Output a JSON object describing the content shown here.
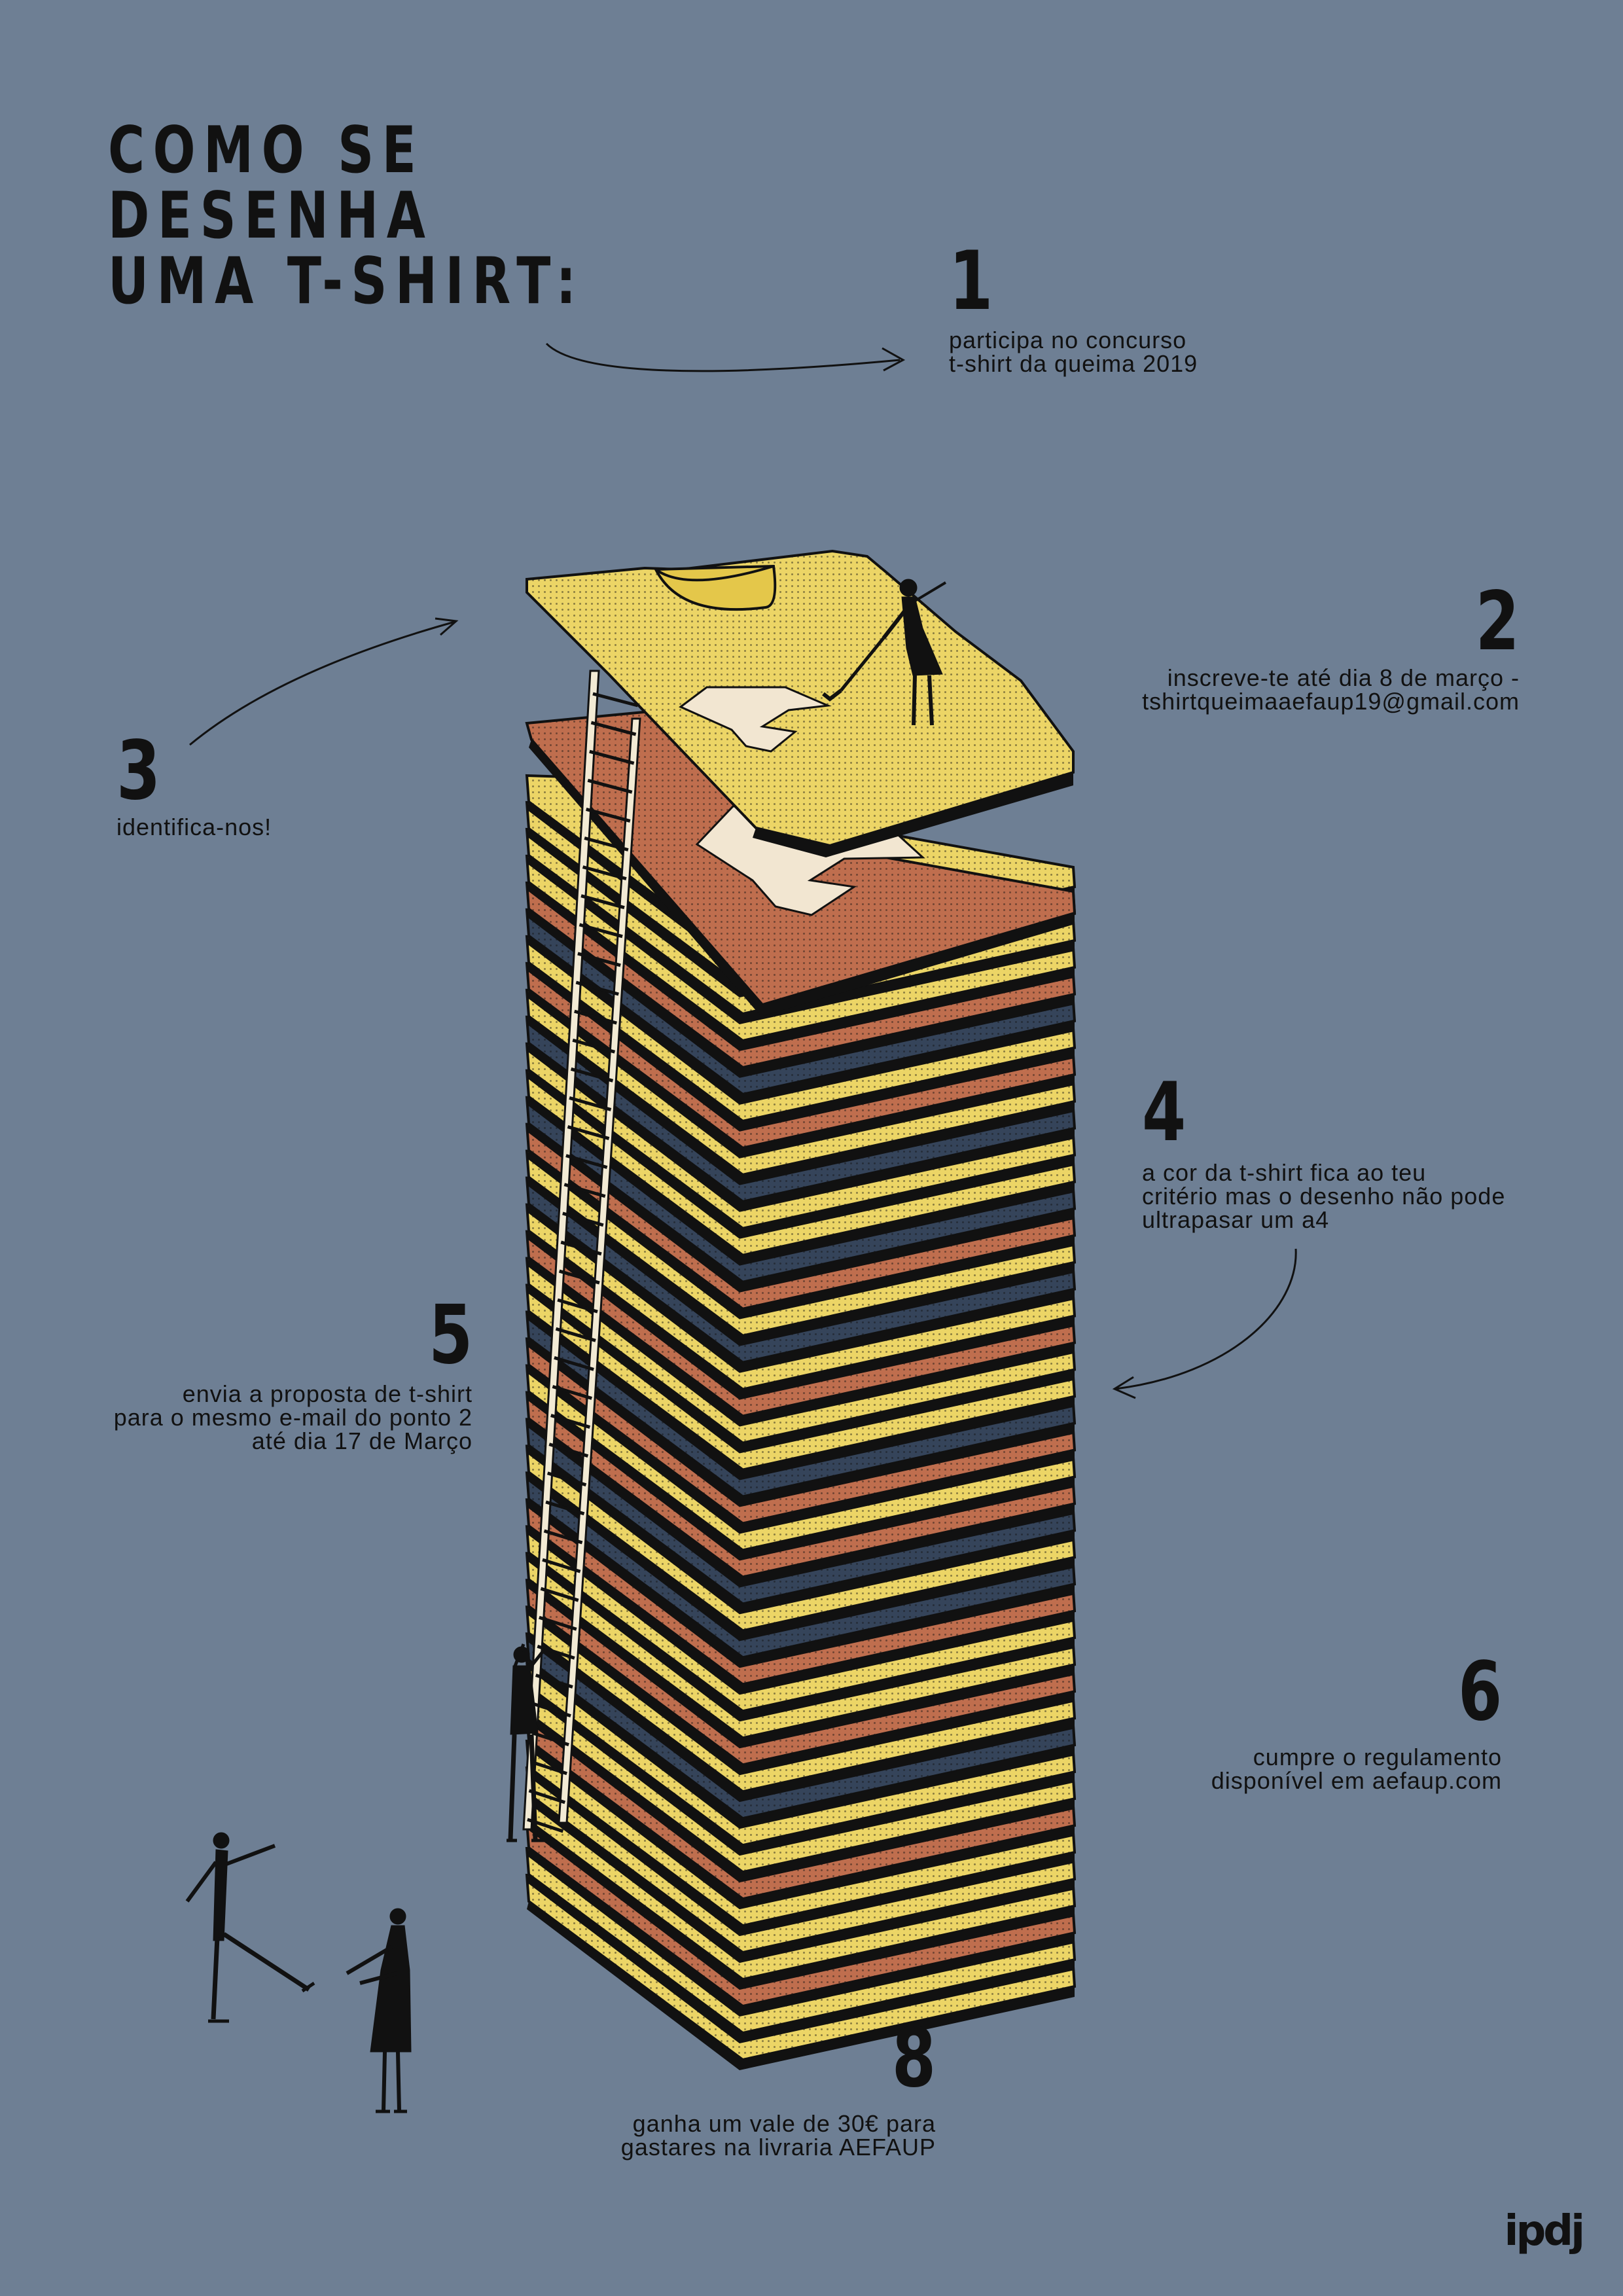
{
  "headline": {
    "line1": "COMO SE",
    "line2": "DESENHA",
    "line3": "UMA T-SHIRT:"
  },
  "steps": {
    "s1": {
      "number": "1",
      "lines": [
        "participa no concurso",
        "t-shirt da queima 2019"
      ]
    },
    "s2": {
      "number": "2",
      "lines": [
        "inscreve-te até dia 8 de março -",
        "tshirtqueimaaefaup19@gmail.com"
      ]
    },
    "s3": {
      "number": "3",
      "lines": [
        "identifica-nos!"
      ]
    },
    "s4": {
      "number": "4",
      "lines": [
        "a cor da t-shirt fica ao teu",
        "critério mas o desenho não pode",
        "ultrapasar um a4"
      ]
    },
    "s5": {
      "number": "5",
      "lines": [
        "envia a proposta de t-shirt",
        "para o mesmo e-mail do ponto 2",
        "até dia 17 de Março"
      ]
    },
    "s6": {
      "number": "6",
      "lines": [
        "cumpre o regulamento",
        "disponível em aefaup.com"
      ]
    },
    "s8": {
      "number": "8",
      "lines": [
        "ganha um vale de 30€ para",
        "gastares na livraria AEFAUP"
      ]
    }
  },
  "logo": {
    "text": "ipdj"
  },
  "colors": {
    "background": "#6e7f94",
    "shirt_yellow": "#ecd566",
    "shirt_rust": "#bf6e4e",
    "shirt_navy": "#35445a",
    "ink": "#111111"
  },
  "stack_pattern": [
    "yellow",
    "yellow",
    "yellow",
    "yellow",
    "rust",
    "navy",
    "yellow",
    "rust",
    "yellow",
    "navy",
    "yellow",
    "yellow",
    "navy",
    "rust",
    "yellow",
    "navy",
    "yellow",
    "rust",
    "yellow",
    "yellow",
    "navy",
    "rust",
    "yellow",
    "rust",
    "navy",
    "yellow",
    "navy",
    "rust",
    "yellow",
    "yellow",
    "rust",
    "yellow",
    "navy",
    "yellow",
    "yellow",
    "rust",
    "yellow",
    "yellow",
    "yellow",
    "rust",
    "yellow",
    "yellow"
  ]
}
